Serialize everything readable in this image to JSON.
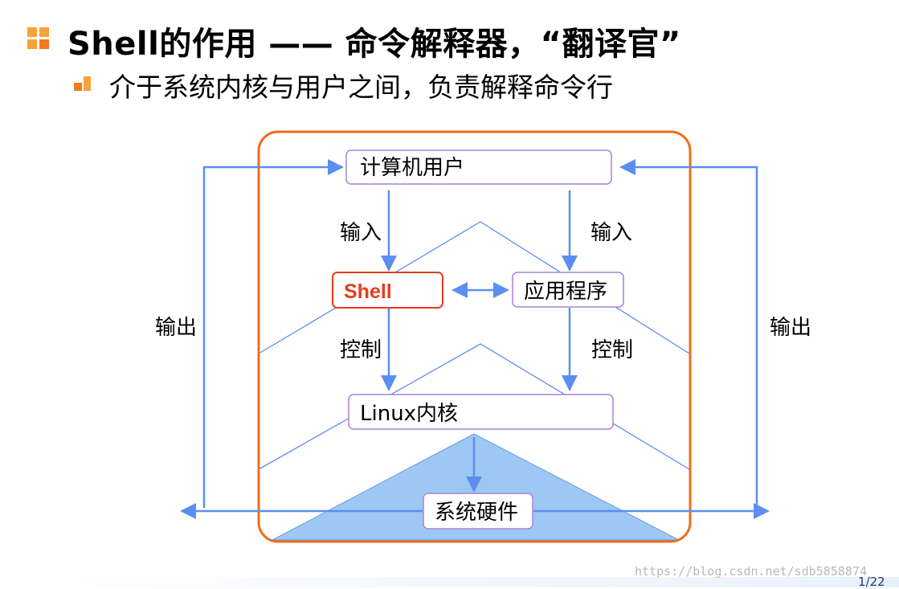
{
  "slide": {
    "heading": "Shell的作用 —— 命令解释器，“翻译官”",
    "subheading": "介于系统内核与用户之间，负责解释命令行",
    "watermark": "https://blog.csdn.net/sdb5858874",
    "page_number": "1/22"
  },
  "diagram": {
    "nodes": {
      "user": "计算机用户",
      "shell": "Shell",
      "app": "应用程序",
      "kernel": "Linux内核",
      "hardware": "系统硬件"
    },
    "labels": {
      "input_left": "输入",
      "input_right": "输入",
      "control_left": "控制",
      "control_right": "控制",
      "output_left": "输出",
      "output_right": "输出"
    }
  },
  "colors": {
    "orange_border": "#ef6c19",
    "shell_red": "#e83b1c",
    "arrow_blue": "#5b8ef0",
    "node_border": "#a883d6",
    "triangle_fill": "#9ec8f4",
    "bullet_orange": "#f27a1a"
  }
}
